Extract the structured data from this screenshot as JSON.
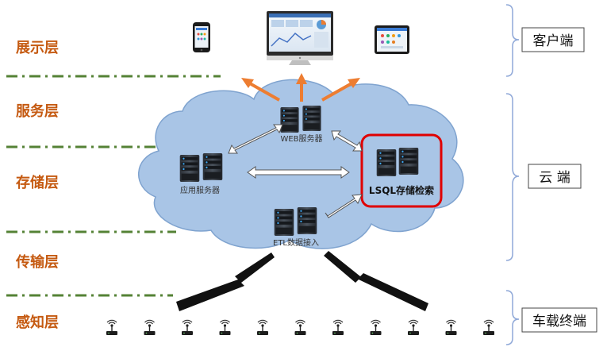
{
  "layers": [
    {
      "id": "presentation",
      "label": "展示层"
    },
    {
      "id": "service",
      "label": "服务层"
    },
    {
      "id": "storage",
      "label": "存储层"
    },
    {
      "id": "transport",
      "label": "传输层"
    },
    {
      "id": "perception",
      "label": "感知层"
    }
  ],
  "tiers": {
    "client": "客户端",
    "cloud": "云 端",
    "vehicle": "车载终端"
  },
  "nodes": {
    "web": "WEB服务器",
    "app": "应用服务器",
    "lsql": "LSQL存储检索",
    "etl": "ETL数据接入"
  },
  "colors": {
    "layer_label": "#c55a11",
    "divider": "#548235",
    "cloud_fill": "#a9c5e6",
    "cloud_stroke": "#7fa3cf",
    "arrow_up": "#ed7d31",
    "highlight": "#e00000",
    "bracket": "#8fa8d8"
  },
  "sensor_count": 11
}
